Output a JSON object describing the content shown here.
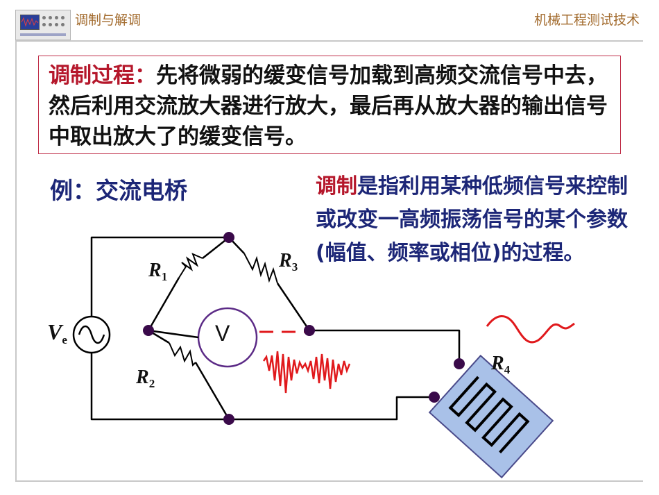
{
  "header": {
    "left_title": "调制与解调",
    "right_title": "机械工程测试技术"
  },
  "modulation_box": {
    "term": "调制过程：",
    "text": "先将微弱的缓变信号加载到高频交流信号中去，然后利用交流放大器进行放大，最后再从放大器的输出信号中取出放大了的缓变信号。"
  },
  "example": {
    "title": "例：交流电桥"
  },
  "definition": {
    "term": "调制",
    "text": "是指利用某种低频信号来控制或改变一高频振荡信号的某个参数 (幅值、频率或相位)的过程。"
  },
  "circuit": {
    "source": {
      "symbol": "V",
      "subscript": "e"
    },
    "meter": "V",
    "resistors": [
      {
        "symbol": "R",
        "subscript": "1"
      },
      {
        "symbol": "R",
        "subscript": "2"
      },
      {
        "symbol": "R",
        "subscript": "3"
      },
      {
        "symbol": "R",
        "subscript": "4"
      }
    ],
    "colors": {
      "wire": "#000000",
      "node": "#3a0a4a",
      "meter_ring": "#5b2a86",
      "signal": "#e0191c",
      "gauge_fill": "#a9c1e8",
      "gauge_border": "#4a4a8a"
    }
  }
}
